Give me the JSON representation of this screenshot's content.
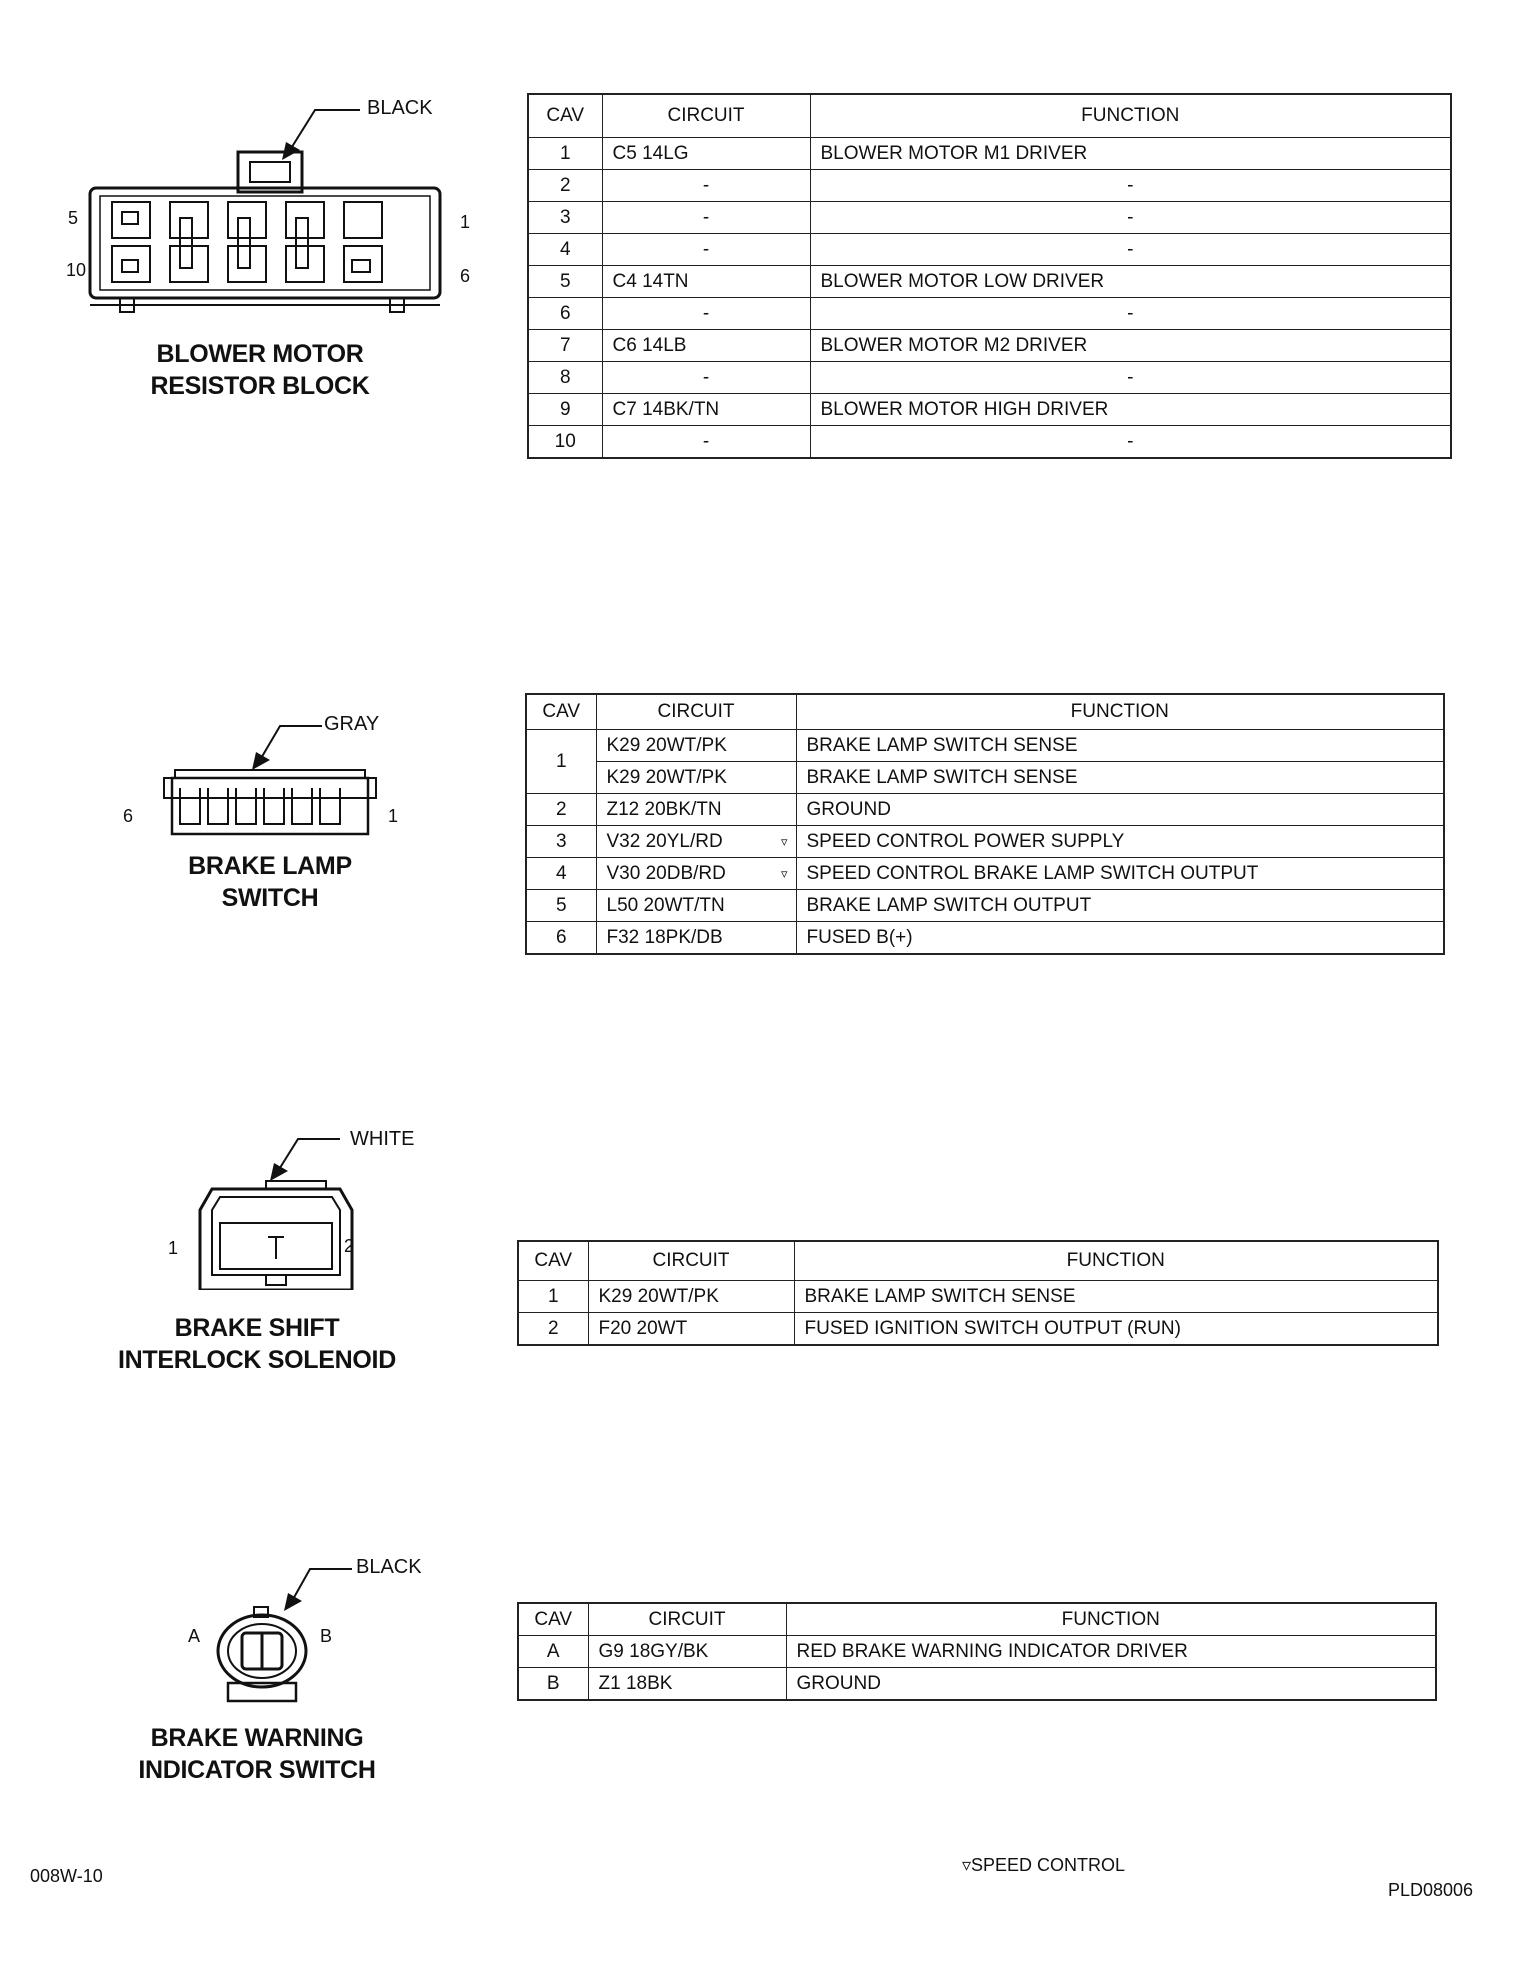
{
  "connectors": [
    {
      "title_lines": [
        "BLOWER MOTOR",
        "RESISTOR BLOCK"
      ],
      "color": "BLACK",
      "pins": [
        "5",
        "1",
        "10",
        "6"
      ],
      "headers": [
        "CAV",
        "CIRCUIT",
        "FUNCTION"
      ],
      "rows": [
        {
          "cav": "1",
          "circuit": "C5 14LG",
          "function": "BLOWER MOTOR M1 DRIVER"
        },
        {
          "cav": "2",
          "circuit": "-",
          "function": "-"
        },
        {
          "cav": "3",
          "circuit": "-",
          "function": "-"
        },
        {
          "cav": "4",
          "circuit": "-",
          "function": "-"
        },
        {
          "cav": "5",
          "circuit": "C4 14TN",
          "function": "BLOWER MOTOR LOW DRIVER"
        },
        {
          "cav": "6",
          "circuit": "-",
          "function": "-"
        },
        {
          "cav": "7",
          "circuit": "C6 14LB",
          "function": "BLOWER MOTOR M2 DRIVER"
        },
        {
          "cav": "8",
          "circuit": "-",
          "function": "-"
        },
        {
          "cav": "9",
          "circuit": "C7 14BK/TN",
          "function": "BLOWER MOTOR HIGH DRIVER"
        },
        {
          "cav": "10",
          "circuit": "-",
          "function": "-"
        }
      ]
    },
    {
      "title_lines": [
        "BRAKE LAMP",
        "SWITCH"
      ],
      "color": "GRAY",
      "pins": [
        "6",
        "1"
      ],
      "headers": [
        "CAV",
        "CIRCUIT",
        "FUNCTION"
      ],
      "rows": [
        {
          "cav": "1",
          "circuit": "K29  20WT/PK",
          "function": "BRAKE LAMP SWITCH SENSE"
        },
        {
          "cav": "",
          "circuit": "K29  20WT/PK",
          "function": "BRAKE LAMP SWITCH SENSE"
        },
        {
          "cav": "2",
          "circuit": "Z12  20BK/TN",
          "function": "GROUND"
        },
        {
          "cav": "3",
          "circuit": "V32  20YL/RD",
          "marker": "▿",
          "function": "SPEED CONTROL POWER SUPPLY"
        },
        {
          "cav": "4",
          "circuit": "V30  20DB/RD",
          "marker": "▿",
          "function": "SPEED CONTROL BRAKE LAMP SWITCH OUTPUT"
        },
        {
          "cav": "5",
          "circuit": "L50  20WT/TN",
          "function": "BRAKE LAMP SWITCH OUTPUT"
        },
        {
          "cav": "6",
          "circuit": "F32  18PK/DB",
          "function": "FUSED B(+)"
        }
      ]
    },
    {
      "title_lines": [
        "BRAKE SHIFT",
        "INTERLOCK SOLENOID"
      ],
      "color": "WHITE",
      "pins": [
        "1",
        "2"
      ],
      "headers": [
        "CAV",
        "CIRCUIT",
        "FUNCTION"
      ],
      "rows": [
        {
          "cav": "1",
          "circuit": "K29 20WT/PK",
          "function": "BRAKE LAMP SWITCH SENSE"
        },
        {
          "cav": "2",
          "circuit": "F20 20WT",
          "function": "FUSED IGNITION SWITCH OUTPUT (RUN)"
        }
      ]
    },
    {
      "title_lines": [
        "BRAKE WARNING",
        "INDICATOR SWITCH"
      ],
      "color": "BLACK",
      "pins": [
        "A",
        "B"
      ],
      "headers": [
        "CAV",
        "CIRCUIT",
        "FUNCTION"
      ],
      "rows": [
        {
          "cav": "A",
          "circuit": "G9  18GY/BK",
          "function": "RED BRAKE WARNING INDICATOR DRIVER"
        },
        {
          "cav": "B",
          "circuit": "Z1  18BK",
          "function": "GROUND"
        }
      ]
    }
  ],
  "footer": {
    "left_code": "008W-10",
    "legend": "▿SPEED CONTROL",
    "right_code": "PLD08006"
  }
}
